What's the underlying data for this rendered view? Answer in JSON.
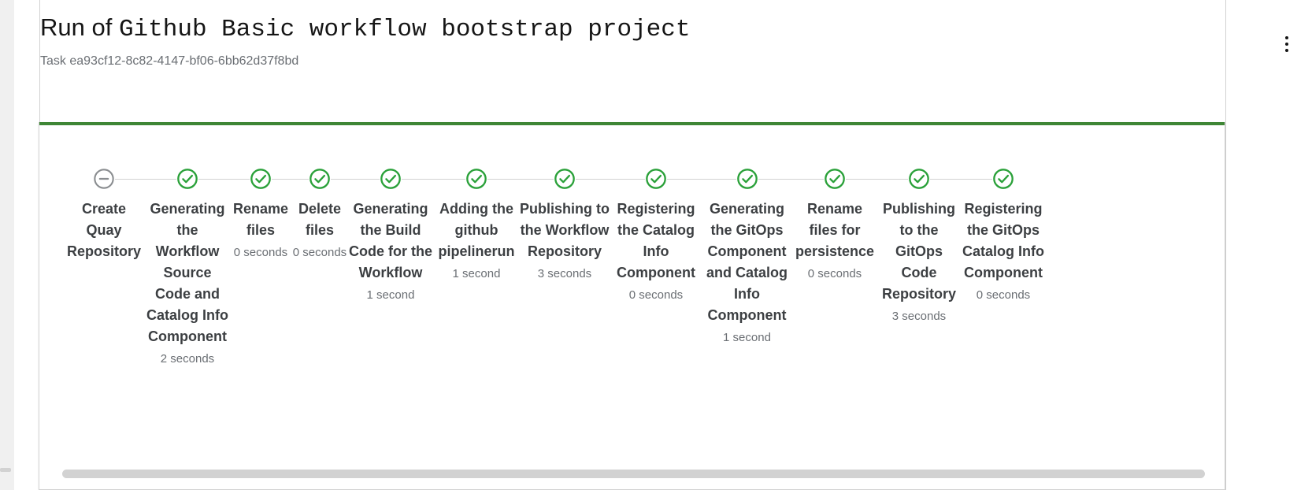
{
  "header": {
    "title_prefix": "Run of ",
    "title_name": "Github Basic workflow bootstrap project",
    "subtitle": "Task ea93cf12-8c82-4147-bf06-6bb62d37f8bd",
    "kebab_label": "Actions"
  },
  "card": {
    "accent_color": "#3e8635",
    "status": "succeeded"
  },
  "colors": {
    "success": "#3e8635",
    "success_icon": "#2ba13a",
    "pending": "#8a8d90",
    "label": "#3c3f42",
    "muted": "#6a6e73",
    "border": "#d2d2d2"
  },
  "stepper": {
    "steps": [
      {
        "label": "Create Quay Repository",
        "duration": "",
        "status": "skipped",
        "icon": "minus-circle-icon",
        "width": 104
      },
      {
        "label": "Generating the Workflow Source Code and Catalog Info Component",
        "duration": "2 seconds",
        "status": "success",
        "icon": "check-circle-icon",
        "width": 108
      },
      {
        "label": "Rename files",
        "duration": "0 seconds",
        "status": "success",
        "icon": "check-circle-icon",
        "width": 78
      },
      {
        "label": "Delete files",
        "duration": "0 seconds",
        "status": "success",
        "icon": "check-circle-icon",
        "width": 72
      },
      {
        "label": "Generating the Build Code for the Workflow",
        "duration": "1 second",
        "status": "success",
        "icon": "check-circle-icon",
        "width": 108
      },
      {
        "label": "Adding the github pipelinerun",
        "duration": "1 second",
        "status": "success",
        "icon": "check-circle-icon",
        "width": 110
      },
      {
        "label": "Publishing to the Workflow Repository",
        "duration": "3 seconds",
        "status": "success",
        "icon": "check-circle-icon",
        "width": 114
      },
      {
        "label": "Registering the Catalog Info Component",
        "duration": "0 seconds",
        "status": "success",
        "icon": "check-circle-icon",
        "width": 118
      },
      {
        "label": "Generating the GitOps Component and Catalog Info Component",
        "duration": "1 second",
        "status": "success",
        "icon": "check-circle-icon",
        "width": 113
      },
      {
        "label": "Rename files for persistence",
        "duration": "0 seconds",
        "status": "success",
        "icon": "check-circle-icon",
        "width": 110
      },
      {
        "label": "Publishing to the GitOps Code Repository",
        "duration": "3 seconds",
        "status": "success",
        "icon": "check-circle-icon",
        "width": 104
      },
      {
        "label": "Registering the GitOps Catalog Info Component",
        "duration": "0 seconds",
        "status": "success",
        "icon": "check-circle-icon",
        "width": 110
      }
    ]
  },
  "scrollbar": {
    "orientation": "horizontal",
    "name": "stepper-horizontal-scrollbar"
  }
}
